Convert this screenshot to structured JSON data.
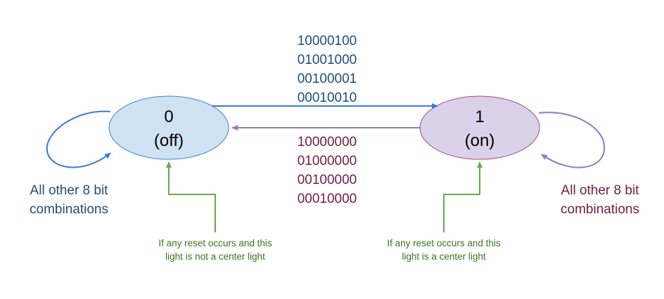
{
  "colors": {
    "blue": "#3c78d8",
    "blue_text": "#1f4e79",
    "purple": "#8e7cc3",
    "purple_text": "#741b47",
    "green": "#6aa84f",
    "green_text": "#38761d",
    "off_fill": "#cfe2f3",
    "on_fill": "#d9d2e9",
    "node_stroke_off": "#3d85c6",
    "node_stroke_on": "#a64d79"
  },
  "states": {
    "off": {
      "value": "0",
      "label": "(off)"
    },
    "on": {
      "value": "1",
      "label": "(on)"
    }
  },
  "transitions": {
    "off_to_on": [
      "10000100",
      "01001000",
      "00100001",
      "00010010"
    ],
    "on_to_off": [
      "10000000",
      "01000000",
      "00100000",
      "00010000"
    ]
  },
  "self_loops": {
    "off": {
      "line1": "All other 8 bit",
      "line2": "combinations"
    },
    "on": {
      "line1": "All other 8 bit",
      "line2": "combinations"
    }
  },
  "resets": {
    "off": {
      "line1": "If any reset occurs and this",
      "line2": "light is not a center light"
    },
    "on": {
      "line1": "If any reset occurs and this",
      "line2": "light is a center light"
    }
  }
}
